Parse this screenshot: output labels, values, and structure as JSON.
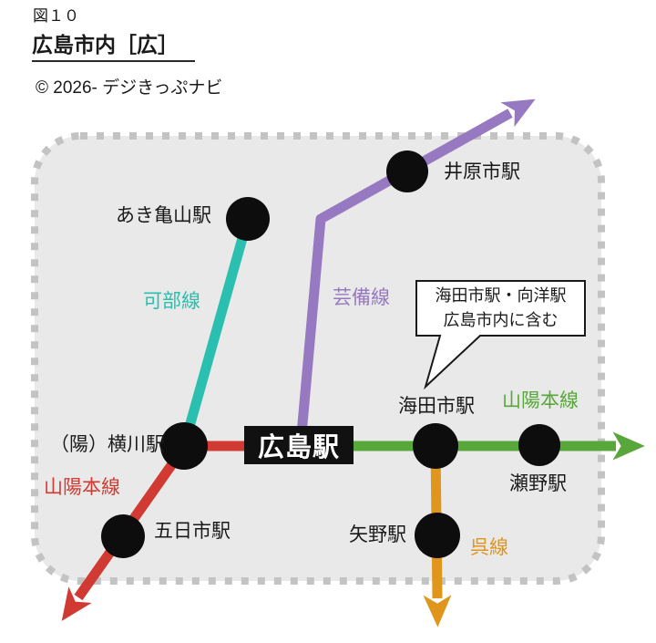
{
  "figure": {
    "number": "図１０",
    "title": "広島市内［広］",
    "copyright": "© 2026- デジきっぷナビ"
  },
  "map": {
    "hub": {
      "label": "広島駅",
      "bg": "#111111",
      "text_color": "#ffffff"
    },
    "stations": [
      {
        "id": "aki-kameyama",
        "label": "あき亀山駅"
      },
      {
        "id": "ihara-shi",
        "label": "井原市駅"
      },
      {
        "id": "yokogawa",
        "label": "（陽）横川駅"
      },
      {
        "id": "itsukaichi",
        "label": "五日市駅"
      },
      {
        "id": "kaita-shi",
        "label": "海田市駅"
      },
      {
        "id": "seno",
        "label": "瀬野駅"
      },
      {
        "id": "yano",
        "label": "矢野駅"
      }
    ],
    "lines": [
      {
        "id": "kabe",
        "label": "可部線",
        "color": "#2abfae"
      },
      {
        "id": "geibi",
        "label": "芸備線",
        "color": "#9679c0"
      },
      {
        "id": "sanyo-east",
        "label": "山陽本線",
        "color": "#58a73a"
      },
      {
        "id": "sanyo-west",
        "label": "山陽本線",
        "color": "#d13a32"
      },
      {
        "id": "kure",
        "label": "呉線",
        "color": "#e0951c"
      }
    ],
    "callout": {
      "line1": "海田市駅・向洋駅",
      "line2": "広島市内に含む"
    },
    "zone": {
      "fill": "#e9e9e9",
      "border": "#c3c3c3",
      "station_dot": "#0d0d0d"
    }
  }
}
